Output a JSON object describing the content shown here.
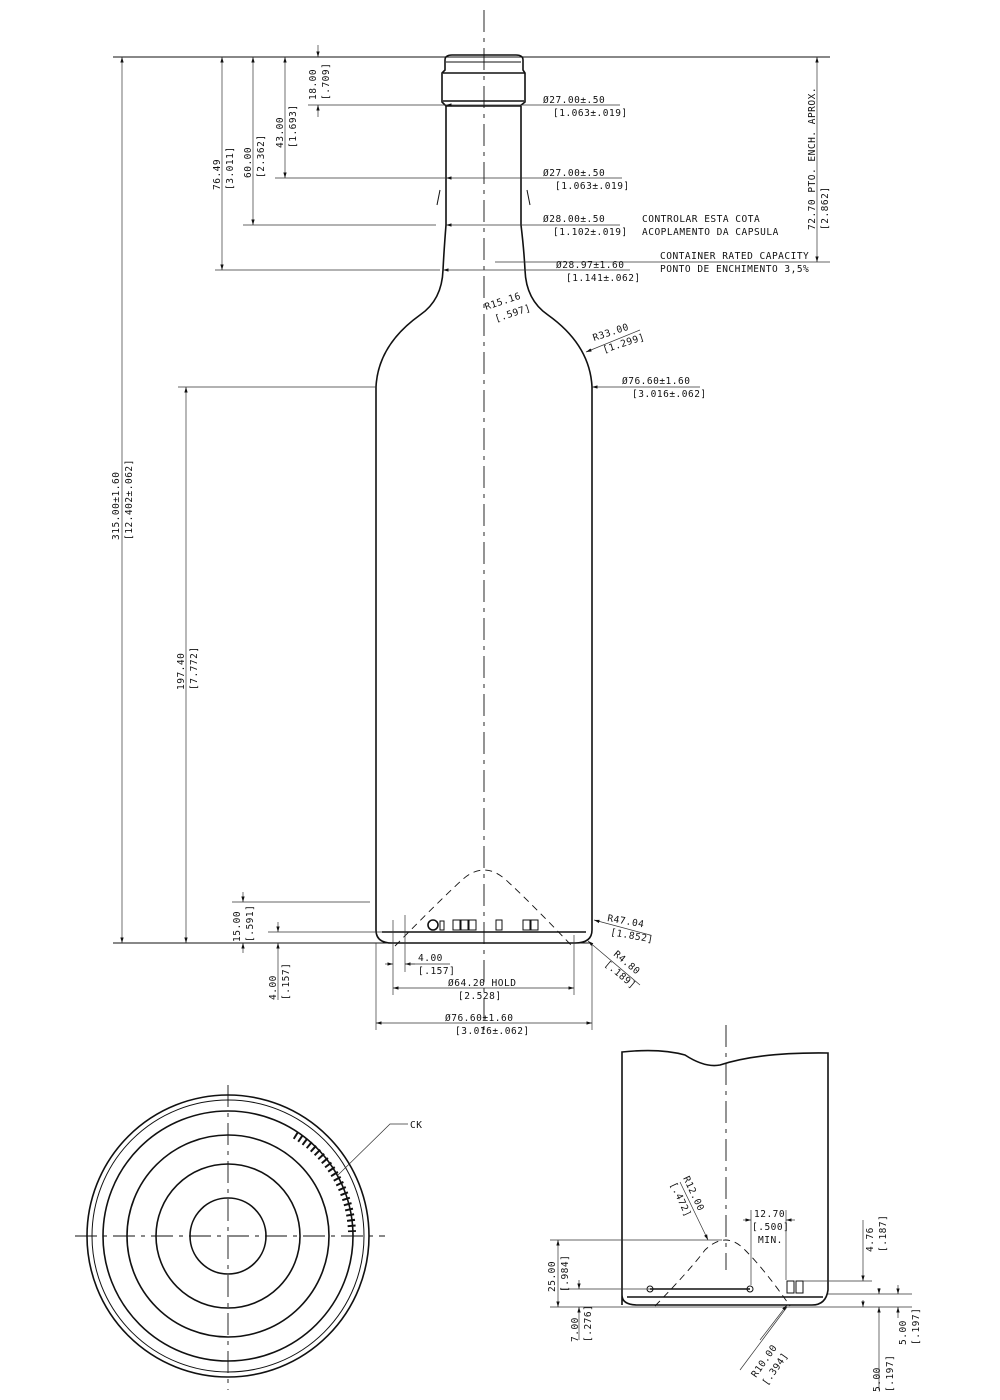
{
  "side_view": {
    "finish_dia": {
      "value": "Ø27.00±.50",
      "inch": "[1.063±.019]"
    },
    "neck_dia": {
      "value": "Ø27.00±.50",
      "inch": "[1.063±.019]"
    },
    "capsule_dia": {
      "value": "Ø28.00±.50",
      "inch": "[1.102±.019]"
    },
    "capsule_note": {
      "line1": "CONTROLAR ESTA COTA",
      "line2": "ACOPLAMENTO DA CAPSULA"
    },
    "fill_dia": {
      "value": "Ø28.97±1.60",
      "inch": "[1.141±.062]"
    },
    "fill_note": {
      "line1": "CONTAINER RATED CAPACITY",
      "line2": "PONTO DE ENCHIMENTO 3,5%"
    },
    "r_neck": {
      "value": "R15.16",
      "inch": "[.597]"
    },
    "r_shoulder": {
      "value": "R33.00",
      "inch": "[1.299]"
    },
    "body_dia": {
      "value": "Ø76.60±1.60",
      "inch": "[3.016±.062]"
    },
    "h_total": {
      "value": "315.00±1.60",
      "inch": "[12.402±.062]"
    },
    "h_7649": {
      "value": "76.49",
      "inch": "[3.011]"
    },
    "h_60": {
      "value": "60.00",
      "inch": "[2.362]"
    },
    "h_43": {
      "value": "43.00",
      "inch": "[1.693]"
    },
    "h_18": {
      "value": "18.00",
      "inch": "[.709]"
    },
    "h_fill": {
      "value": "72.70  PTO. ENCH. APROX.",
      "inch": "[2.862]"
    },
    "h_body": {
      "value": "197.40",
      "inch": "[7.772]"
    },
    "h_15": {
      "value": "15.00",
      "inch": "[.591]"
    },
    "h_4": {
      "value": "4.00",
      "inch": "[.157]"
    },
    "w_4": {
      "value": "4.00",
      "inch": "[.157]"
    },
    "r_heel": {
      "value": "R47.04",
      "inch": "[1.852]"
    },
    "r_base": {
      "value": "R4.80",
      "inch": "[.189]"
    },
    "base_dia": {
      "value": "Ø64.20  HOLD",
      "inch": "[2.528]"
    },
    "bottom_dia": {
      "value": "Ø76.60±1.60",
      "inch": "[3.016±.062]"
    }
  },
  "bottom_view": {
    "ck_label": "CK"
  },
  "section_view": {
    "r_punt": {
      "value": "R12.00",
      "inch": "[.472]"
    },
    "w_min": {
      "value": "12.70",
      "inch": "[.500]",
      "note": "MIN."
    },
    "h_476": {
      "value": "4.76",
      "inch": "[.187]"
    },
    "h_25": {
      "value": "25.00",
      "inch": "[.984]"
    },
    "h_7": {
      "value": "7.00",
      "inch": "[.276]"
    },
    "r_10": {
      "value": "R10.00",
      "inch": "[.394]"
    },
    "h_5a": {
      "value": "5.00",
      "inch": "[.197]"
    },
    "h_5b": {
      "value": "5.00",
      "inch": "[.197]"
    }
  }
}
